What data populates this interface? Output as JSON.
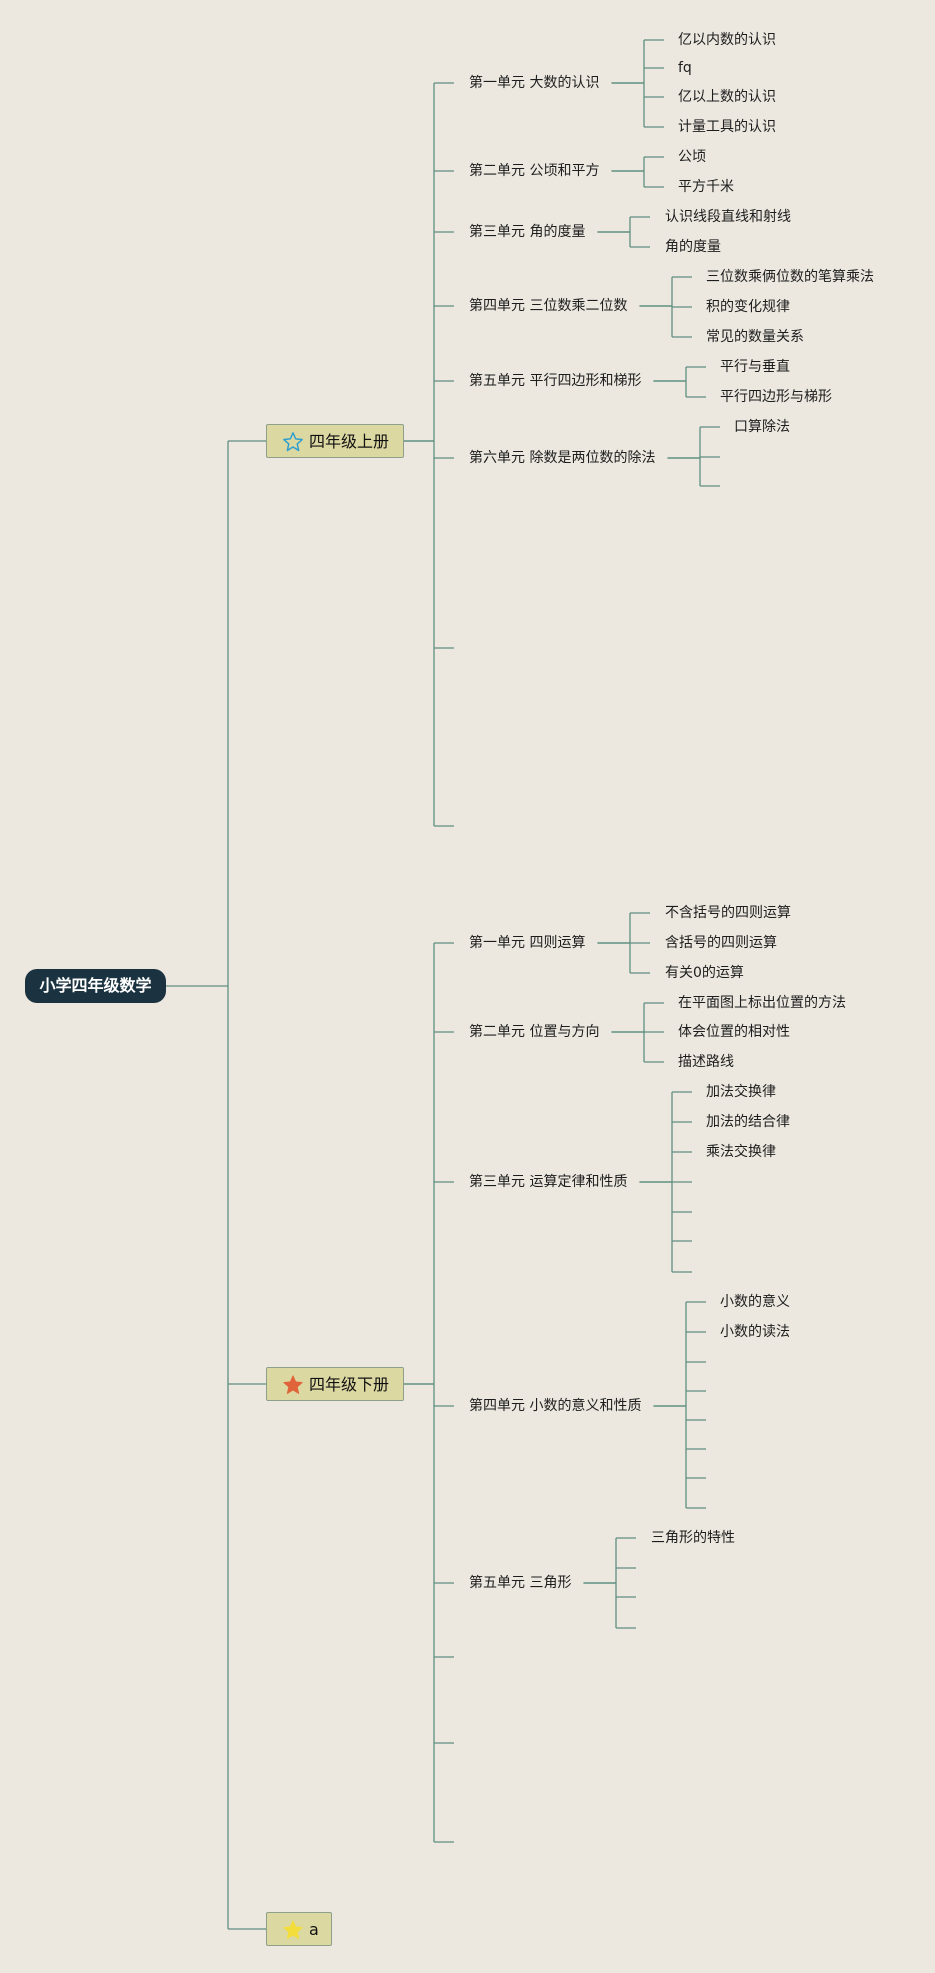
{
  "root": {
    "label": "小学四年级数学"
  },
  "grades": [
    {
      "label": "四年级上册",
      "icon": "star-outline-icon",
      "icon_color": "#2e9fd0",
      "units": [
        {
          "label": "第一单元 大数的认识",
          "topics": [
            "亿以内数的认识",
            "fq",
            "亿以上数的认识",
            "计量工具的认识"
          ]
        },
        {
          "label": "第二单元 公顷和平方",
          "topics": [
            "公顷",
            "平方千米"
          ]
        },
        {
          "label": "第三单元 角的度量",
          "topics": [
            "认识线段直线和射线",
            "角的度量"
          ]
        },
        {
          "label": "第四单元 三位数乘二位数",
          "topics": [
            "三位数乘俩位数的笔算乘法",
            "积的变化规律",
            "常见的数量关系"
          ]
        },
        {
          "label": "第五单元 平行四边形和梯形",
          "topics": [
            "平行与垂直",
            "平行四边形与梯形"
          ]
        },
        {
          "label": "第六单元 除数是两位数的除法",
          "topics": [
            "口算除法",
            "",
            ""
          ]
        },
        {
          "label": "",
          "topics": []
        },
        {
          "label": "",
          "topics": []
        }
      ]
    },
    {
      "label": "四年级下册",
      "icon": "star-filled-icon",
      "icon_color": "#e0643a",
      "units": [
        {
          "label": "第一单元 四则运算",
          "topics": [
            "不含括号的四则运算",
            "含括号的四则运算",
            "有关0的运算"
          ]
        },
        {
          "label": "第二单元 位置与方向",
          "topics": [
            "在平面图上标出位置的方法",
            "体会位置的相对性",
            "描述路线"
          ]
        },
        {
          "label": "第三单元 运算定律和性质",
          "topics": [
            "加法交换律",
            "加法的结合律",
            "乘法交换律",
            "",
            "",
            "",
            ""
          ]
        },
        {
          "label": "第四单元 小数的意义和性质",
          "topics": [
            "小数的意义",
            "小数的读法",
            "",
            "",
            "",
            "",
            "",
            ""
          ]
        },
        {
          "label": "第五单元 三角形",
          "topics": [
            "三角形的特性",
            "",
            "",
            ""
          ]
        },
        {
          "label": "",
          "topics": []
        },
        {
          "label": "",
          "topics": []
        },
        {
          "label": "",
          "topics": []
        }
      ]
    },
    {
      "label": "a",
      "icon": "star-filled-icon",
      "icon_color": "#f2dd3a",
      "units": []
    }
  ],
  "colors": {
    "line": "#5f8f80",
    "background": "#ece8e0",
    "root_fill": "#1b3340",
    "grade_fill": "#dcd8a2"
  }
}
